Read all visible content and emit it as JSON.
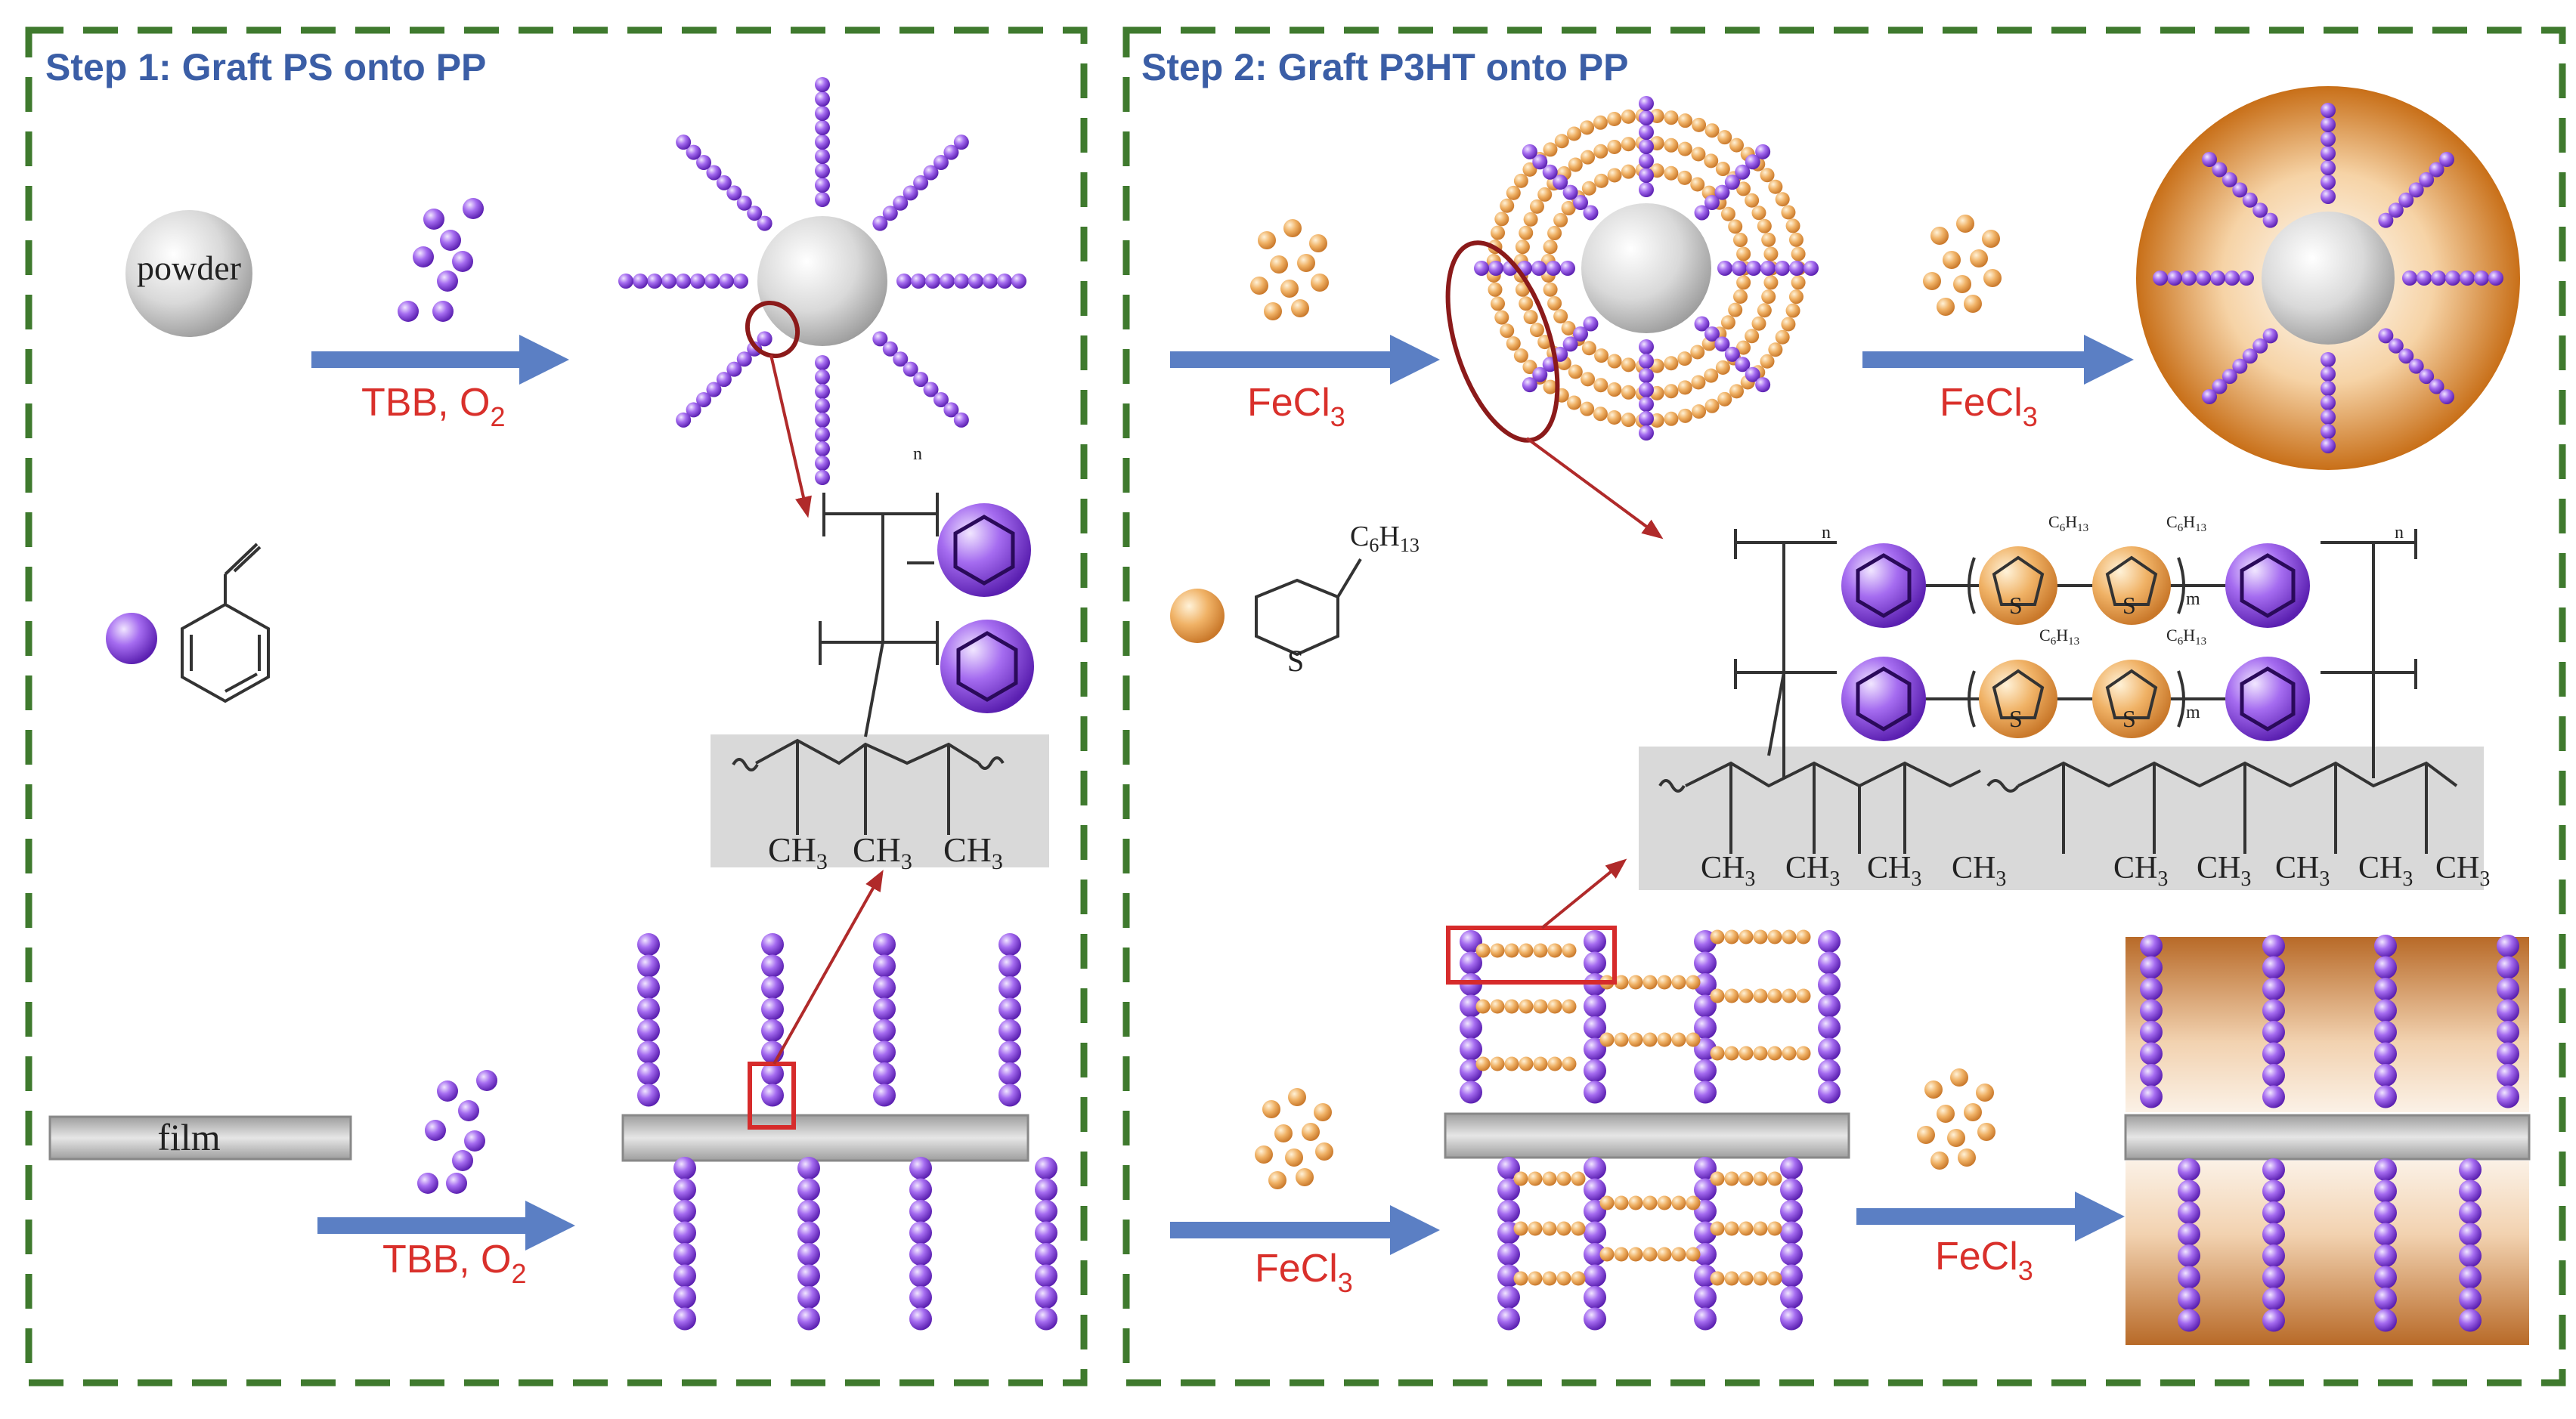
{
  "panels": {
    "step1_title": "Step 1: Graft PS onto PP",
    "step2_title": "Step 2: Graft P3HT onto PP"
  },
  "labels": {
    "powder": "powder",
    "film": "film"
  },
  "reagents": {
    "tbb_main": "TBB, O",
    "tbb_sub": "2",
    "fecl_main": "FeCl",
    "fecl_sub": "3"
  },
  "chemistry": {
    "ch3_main": "CH",
    "ch3_sub": "3",
    "hexyl_main": "C",
    "hexyl_sub1": "6",
    "hexyl_mid": "H",
    "hexyl_sub2": "13",
    "sulfur": "S",
    "repeat_n": "n",
    "repeat_m": "m"
  },
  "colors": {
    "frame_dash": "#3f7a2e",
    "heading_blue": "#3b5ea6",
    "reagent_red": "#d9302b",
    "arrow_blue": "#5b7fc4",
    "ps_purple": "#8a4cd8",
    "p3ht_orange": "#e8a04a",
    "callout_red": "#b02a2a",
    "substrate_gray": "#c8c8c8"
  }
}
